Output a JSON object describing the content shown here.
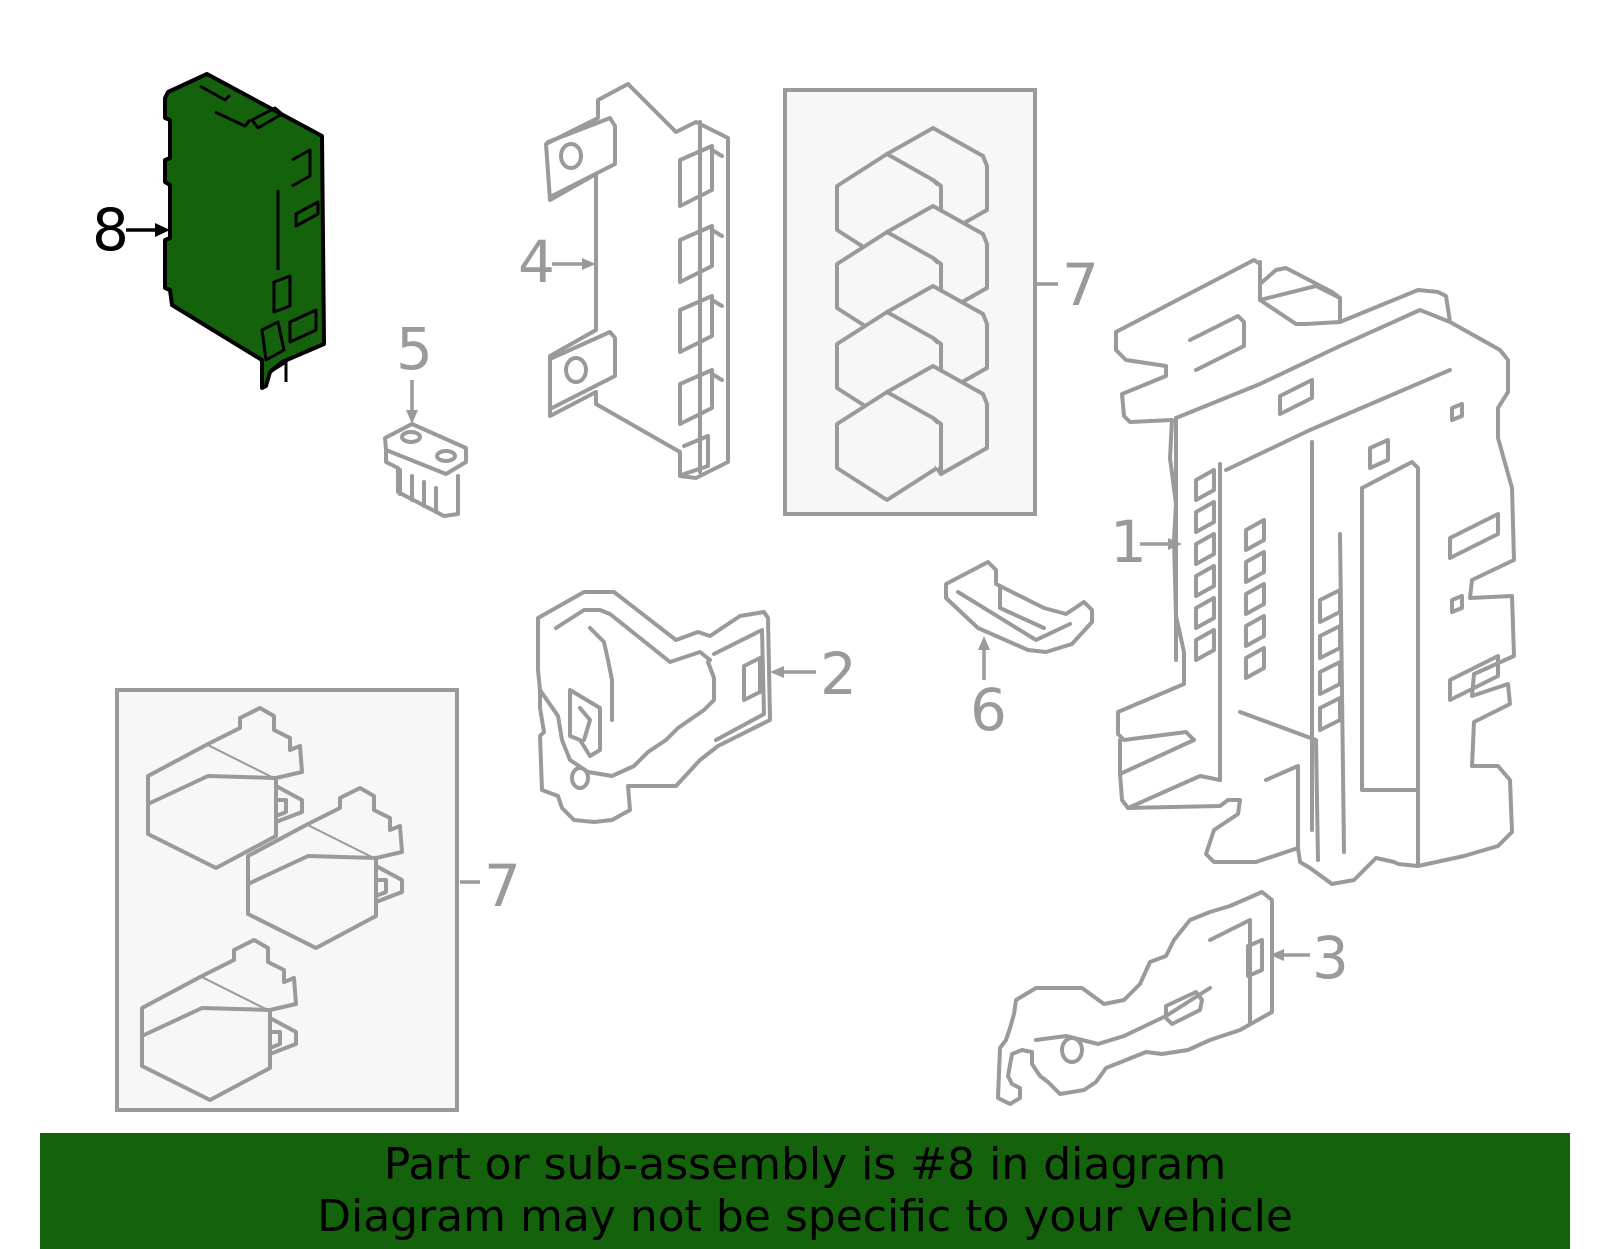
{
  "colors": {
    "highlight_fill": "#15620d",
    "part_stroke": "#9a9a9a",
    "banner_background": "#15620d",
    "highlight_label": "#000000"
  },
  "callouts": {
    "part_1": "1",
    "part_2": "2",
    "part_3": "3",
    "part_4": "4",
    "part_5": "5",
    "part_6": "6",
    "part_7_upper": "7",
    "part_7_lower": "7",
    "part_8": "8"
  },
  "highlighted_part": "8",
  "banner": {
    "line1": "Part or sub-assembly is #8 in diagram",
    "line2": "Diagram may not be specific to your vehicle"
  }
}
